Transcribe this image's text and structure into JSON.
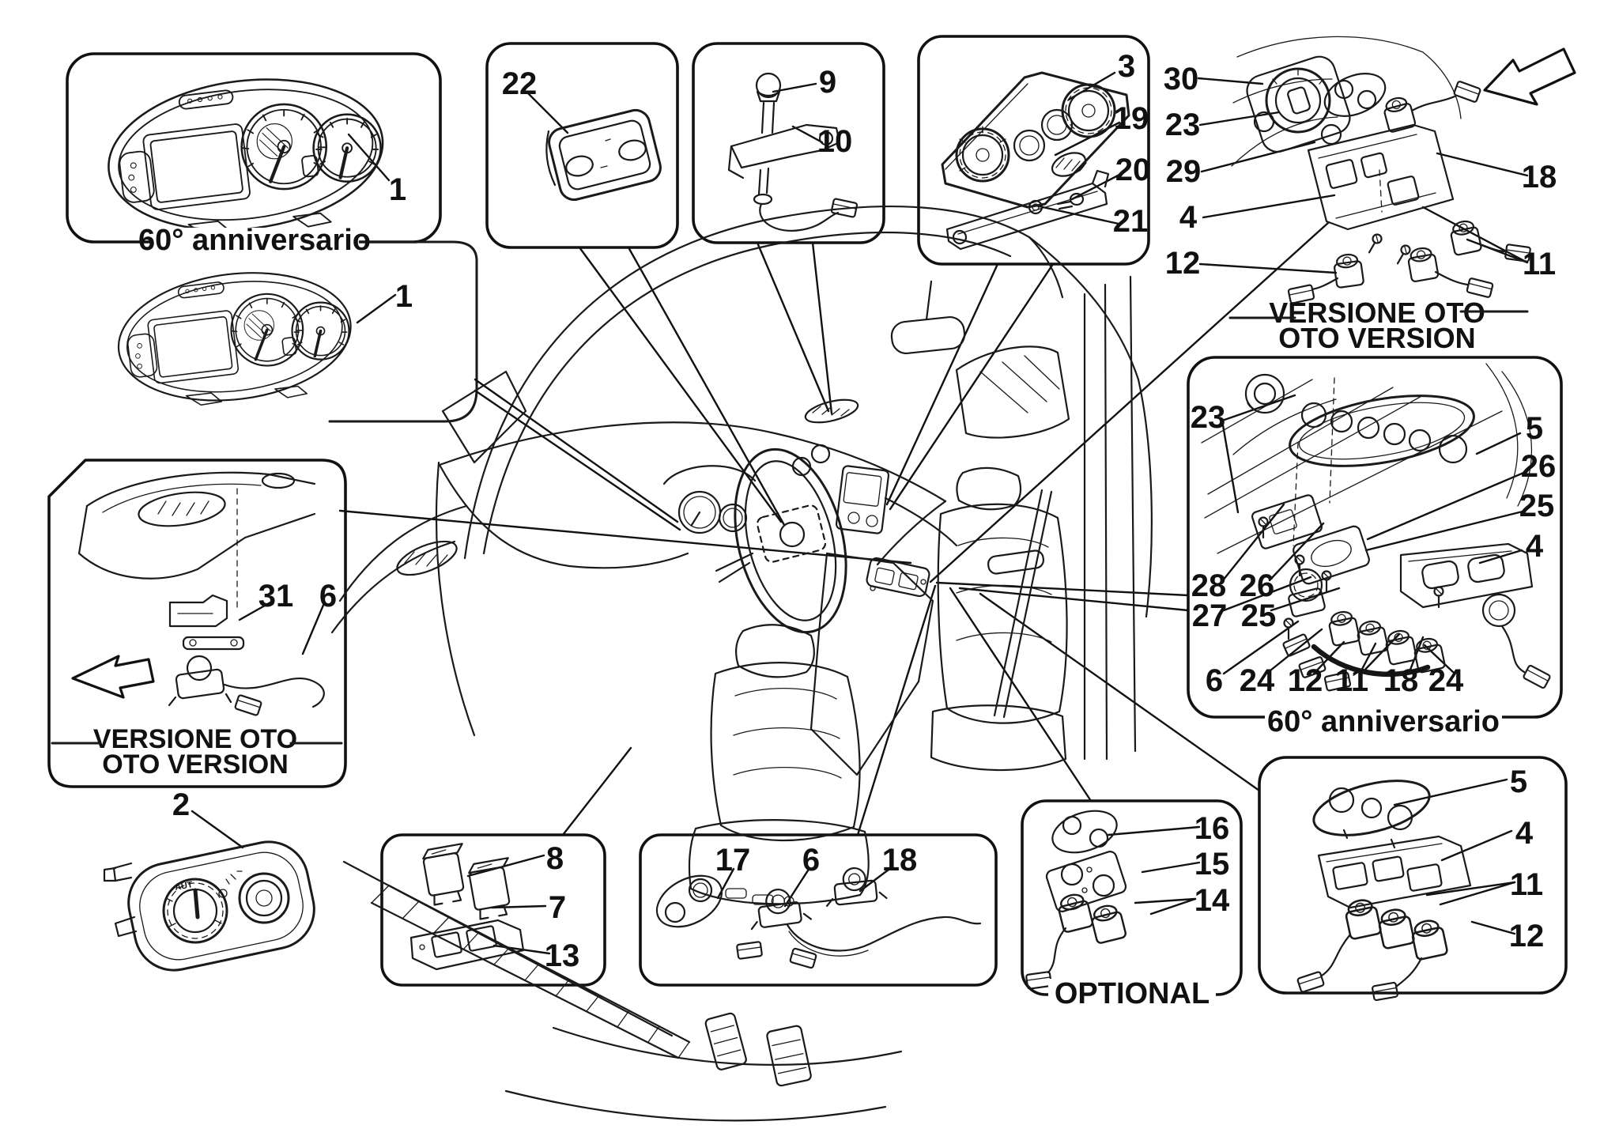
{
  "diagram": {
    "title": "Car interior instruments and switches - exploded parts diagram",
    "background": "#ffffff",
    "ink": "#1a1a1a",
    "captions": {
      "anniversario_top": "60° anniversario",
      "anniversario_right": "60° anniversario",
      "versione_oto": "VERSIONE OTO",
      "oto_version": "OTO VERSION",
      "optional": "OPTIONAL",
      "knob_aut": "AUT"
    },
    "icons": {
      "top_right_arrow": "block-arrow-pointing-down-left",
      "left_box_arrow": "block-arrow-pointing-down-left"
    },
    "callouts": [
      {
        "ref": "1"
      },
      {
        "ref": "1"
      },
      {
        "ref": "22"
      },
      {
        "ref": "9"
      },
      {
        "ref": "10"
      },
      {
        "ref": "3"
      },
      {
        "ref": "19"
      },
      {
        "ref": "20"
      },
      {
        "ref": "21"
      },
      {
        "ref": "30"
      },
      {
        "ref": "23"
      },
      {
        "ref": "29"
      },
      {
        "ref": "4"
      },
      {
        "ref": "12"
      },
      {
        "ref": "18"
      },
      {
        "ref": "11"
      },
      {
        "ref": "23"
      },
      {
        "ref": "5"
      },
      {
        "ref": "26"
      },
      {
        "ref": "25"
      },
      {
        "ref": "4"
      },
      {
        "ref": "28"
      },
      {
        "ref": "26"
      },
      {
        "ref": "27"
      },
      {
        "ref": "25"
      },
      {
        "ref": "6"
      },
      {
        "ref": "24"
      },
      {
        "ref": "12"
      },
      {
        "ref": "11"
      },
      {
        "ref": "18"
      },
      {
        "ref": "24"
      },
      {
        "ref": "31"
      },
      {
        "ref": "6"
      },
      {
        "ref": "2"
      },
      {
        "ref": "8"
      },
      {
        "ref": "7"
      },
      {
        "ref": "13"
      },
      {
        "ref": "17"
      },
      {
        "ref": "6"
      },
      {
        "ref": "18"
      },
      {
        "ref": "16"
      },
      {
        "ref": "15"
      },
      {
        "ref": "14"
      },
      {
        "ref": "5"
      },
      {
        "ref": "4"
      },
      {
        "ref": "11"
      },
      {
        "ref": "12"
      }
    ]
  }
}
